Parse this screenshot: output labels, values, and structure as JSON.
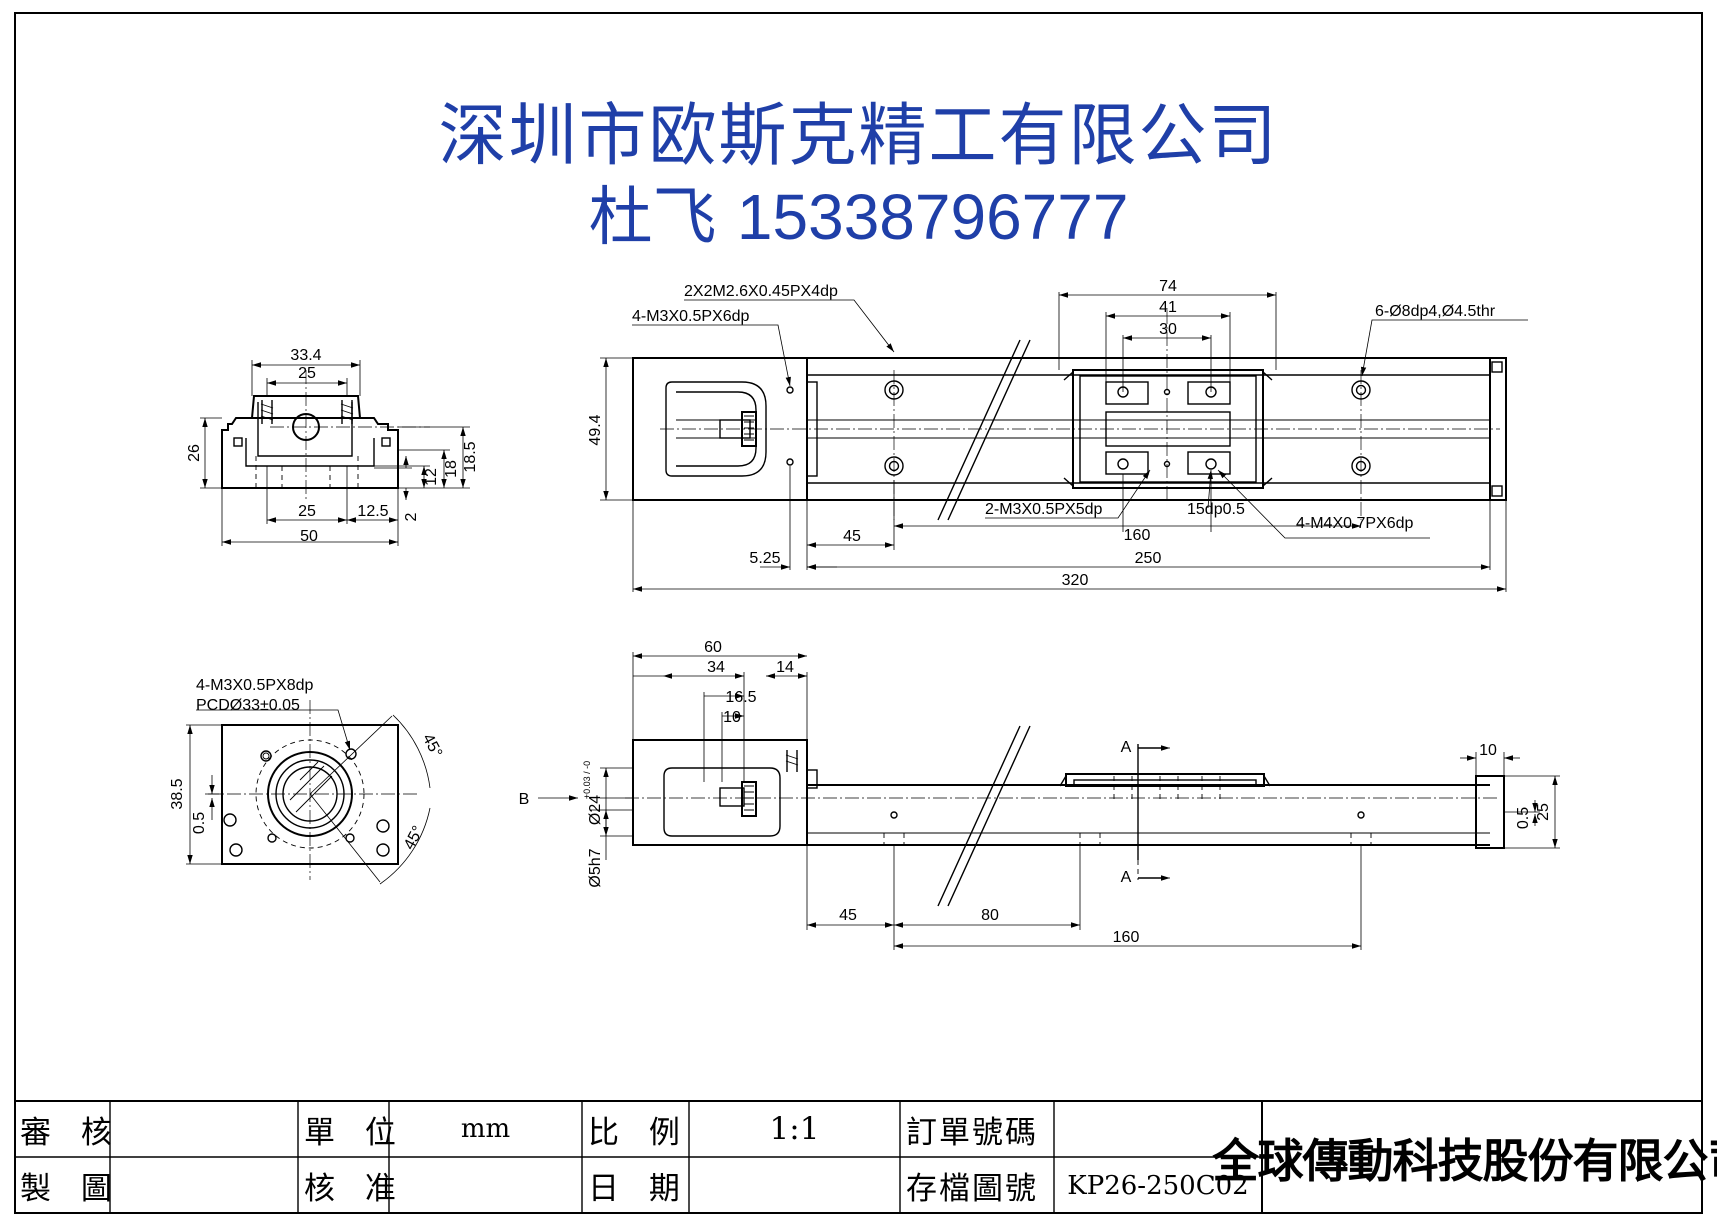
{
  "header": {
    "company": "深圳市欧斯克精工有限公司",
    "contact_name": "杜飞",
    "contact_phone": "15338796777",
    "color": "#1f3fa8"
  },
  "top_view": {
    "dim_74": "74",
    "dim_41": "41",
    "dim_30": "30",
    "dim_49_4": "49.4",
    "dim_45": "45",
    "dim_5_25": "5.25",
    "dim_250": "250",
    "dim_320": "320",
    "dim_160": "160",
    "note_tap_m2": "2X2M2.6X0.45PX4dp",
    "note_tap_m3": "4-M3X0.5PX6dp",
    "note_counterbore": "6-Ø8dp4,Ø4.5thr",
    "note_m3_slider": "2-M3X0.5PX5dp",
    "note_15dp": "15dp0.5",
    "note_m4": "4-M4X0.7PX6dp"
  },
  "end_view": {
    "dim_33_4": "33.4",
    "dim_25_top": "25",
    "dim_26": "26",
    "dim_18_5": "18.5",
    "dim_18": "18",
    "dim_12": "12",
    "dim_2": "2",
    "dim_25_bottom": "25",
    "dim_12_5": "12.5",
    "dim_50": "50"
  },
  "flange_view": {
    "note_taps": "4-M3X0.5PX8dp",
    "note_pcd": "PCDØ33±0.05",
    "dim_38_5": "38.5",
    "dim_0_5": "0.5",
    "angle_1": "45°",
    "angle_2": "45°"
  },
  "side_view": {
    "dim_60": "60",
    "dim_34": "34",
    "dim_14": "14",
    "dim_16_5": "16.5",
    "dim_10": "10",
    "dim_bore": "Ø24",
    "dim_bore_tol": "+0.03 / -0",
    "dim_shaft": "Ø5h7",
    "view_b": "B",
    "section_a_top": "A",
    "section_a_bottom": "A",
    "dim_10_right": "10",
    "dim_0_5_right": "0.5",
    "dim_25_right": "25",
    "dim_45": "45",
    "dim_80": "80",
    "dim_160": "160"
  },
  "title_block": {
    "review_label": "審 核",
    "draw_label": "製 圖",
    "unit_label": "單 位",
    "unit_value": "mm",
    "approve_label": "核 准",
    "scale_label": "比 例",
    "scale_value": "1:1",
    "date_label": "日 期",
    "order_label": "訂單號碼",
    "file_label": "存檔圖號",
    "file_value": "KP26-250C02",
    "company": "全球傳動科技股份有限公司"
  }
}
